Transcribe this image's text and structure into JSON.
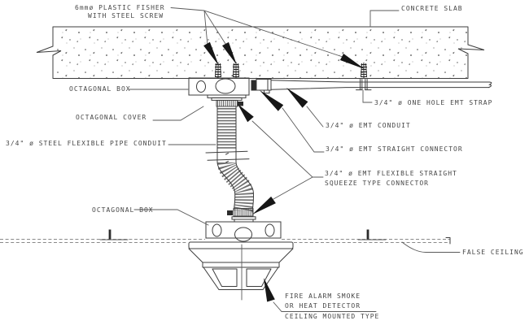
{
  "drawing": {
    "type": "construction-detail-diagram",
    "labels": {
      "plastic_fisher_line1": "6mmø PLASTIC FISHER",
      "plastic_fisher_line2": "WITH STEEL SCREW",
      "concrete_slab": "CONCRETE SLAB",
      "octagonal_box_top": "OCTAGONAL BOX",
      "one_hole_emt_strap": "3/4\" ø ONE HOLE EMT STRAP",
      "octagonal_cover": "OCTAGONAL COVER",
      "emt_conduit": "3/4\" ø EMT CONDUIT",
      "steel_flexible_pipe_conduit": "3/4\" ø STEEL FLEXIBLE PIPE CONDUIT",
      "emt_straight_connector": "3/4\" ø EMT STRAIGHT CONNECTOR",
      "squeeze_connector_line1": "3/4\" ø EMT FLEXIBLE STRAIGHT",
      "squeeze_connector_line2": "SQUEEZE TYPE CONNECTOR",
      "octagonal_box_bottom": "OCTAGONAL BOX",
      "false_ceiling": "FALSE CEILING",
      "detector_line1": "FIRE ALARM SMOKE",
      "detector_line2": "OR HEAT DETECTOR",
      "detector_line3": "CEILING MOUNTED TYPE"
    },
    "colors": {
      "background": "#ffffff",
      "line": "#3d3d3d",
      "leader": "#5a5a5a",
      "text": "#474747",
      "arrow_fill": "#161616",
      "false_ceiling_dash": "#8a8a8a",
      "stipple": "#4a4a4a"
    }
  }
}
